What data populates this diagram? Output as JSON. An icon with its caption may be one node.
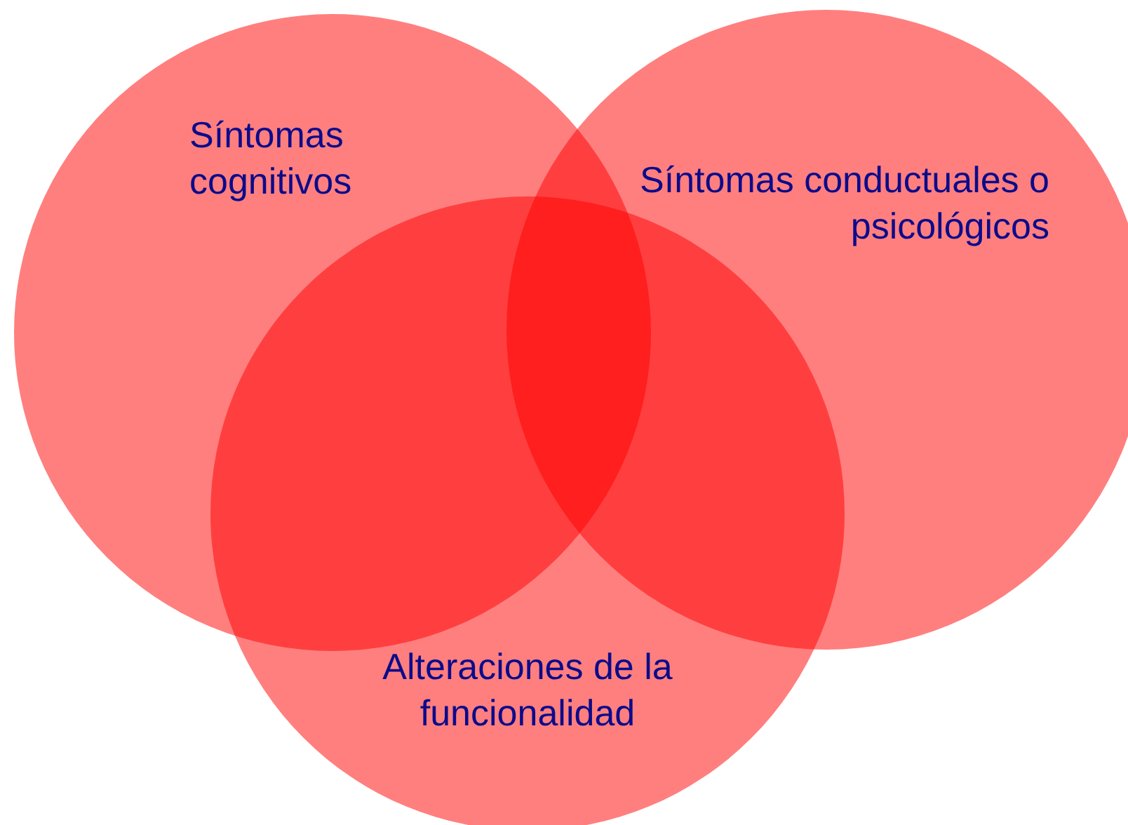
{
  "diagram": {
    "nodes": [
      {
        "text": [
          "Síntomas cognitivos"
        ]
      },
      {
        "text": [
          "Síntomas conductuales o psicológicos"
        ]
      },
      {
        "text": [
          "Alteraciones de la funcionalidad"
        ]
      }
    ]
  }
}
